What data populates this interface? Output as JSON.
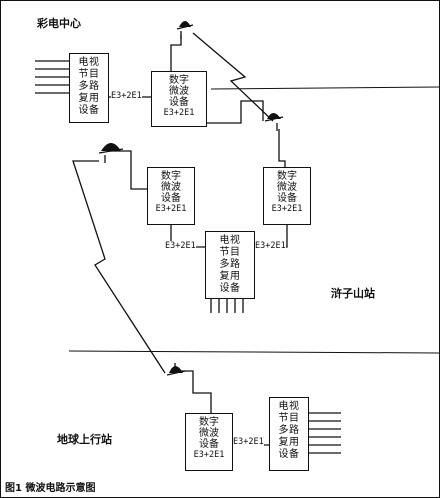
{
  "labels": {
    "center": "彩电中心",
    "mountain_station": "浒子山站",
    "uplink_station": "地球上行站",
    "caption": "图1  微波电路示意图"
  },
  "equipment": {
    "tv_mux_top": [
      "电",
      "视",
      "节",
      "目",
      "多",
      "路",
      "复",
      "用",
      "设",
      "备"
    ],
    "dmw_center": {
      "lines": [
        "数字",
        "微波",
        "设备"
      ],
      "code": "E3+2E1"
    },
    "dmw_mountain_left": {
      "lines": [
        "数字",
        "微波",
        "设备"
      ],
      "code": "E3+2E1"
    },
    "dmw_mountain_right": {
      "lines": [
        "数字",
        "微波",
        "设备"
      ],
      "code": "E3+2E1"
    },
    "tv_mux_mountain": [
      "电",
      "视",
      "节",
      "目",
      "多",
      "路",
      "复",
      "用",
      "设",
      "备"
    ],
    "dmw_uplink": {
      "lines": [
        "数字",
        "微波",
        "设备"
      ],
      "code": "E3+2E1"
    },
    "tv_mux_uplink": [
      "电",
      "视",
      "节",
      "目",
      "多",
      "路",
      "复",
      "用",
      "设",
      "备"
    ]
  },
  "interfaces": {
    "top": "E3+2E1",
    "mountain_left": "E3+2E1",
    "mountain_right": "E3+2E1",
    "uplink": "E3+2E1"
  }
}
